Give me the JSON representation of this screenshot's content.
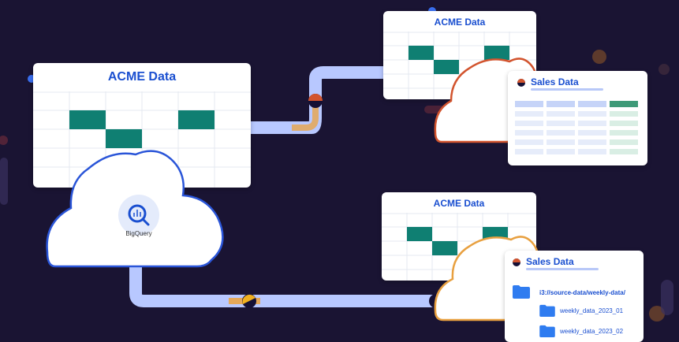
{
  "top_card": {
    "title": "ACME Data"
  },
  "main_card": {
    "title": "ACME Data"
  },
  "bottom_card": {
    "title": "ACME Data"
  },
  "bigquery": {
    "label": "BigQuery",
    "icon": "bigquery-icon"
  },
  "sales_top": {
    "title": "Sales Data"
  },
  "sales_bottom": {
    "title": "Sales Data",
    "path": "i3://source-data/weekly-data/",
    "folders": [
      "weekly_data_2023_01",
      "weekly_data_2023_02"
    ]
  },
  "colors": {
    "background": "#1a1433",
    "accent_blue": "#1a4fd0",
    "teal": "#0f7f72",
    "pipe": "#b8c8ff",
    "orange": "#f0a030",
    "red_outline": "#d2542e"
  }
}
